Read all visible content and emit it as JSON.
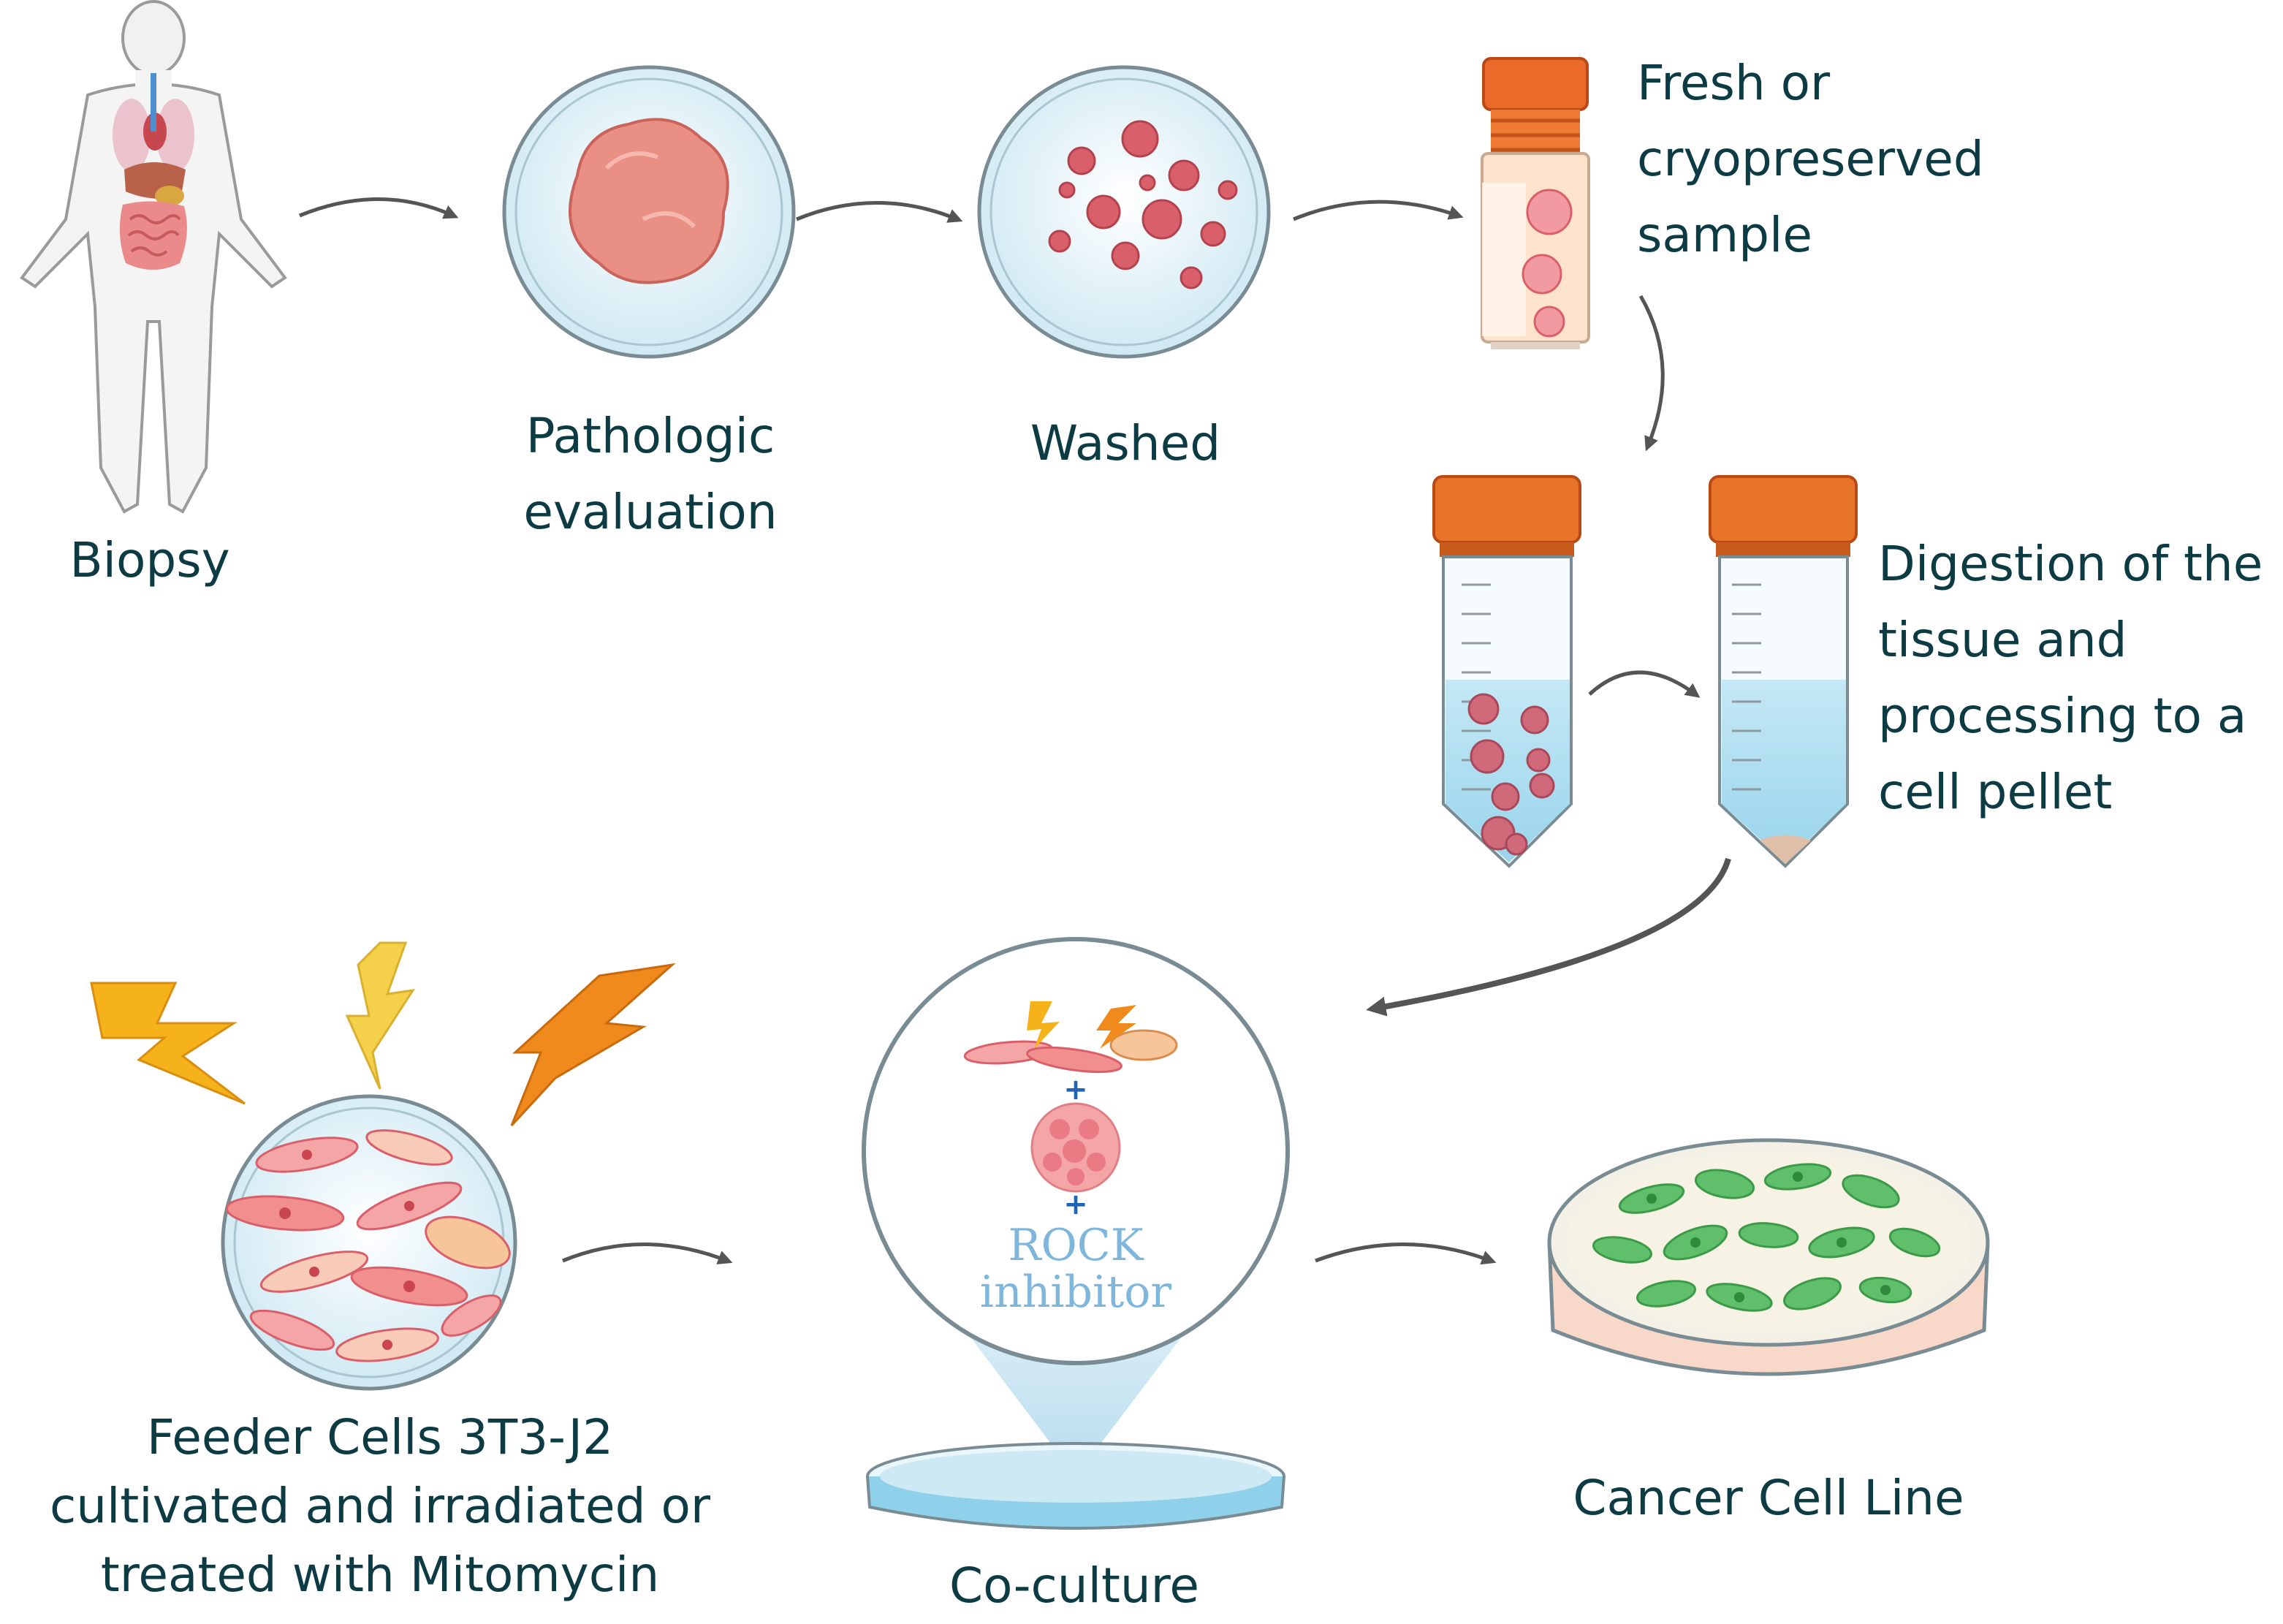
{
  "steps": {
    "biopsy": "Biopsy",
    "pathologic": [
      "Pathologic",
      "evaluation"
    ],
    "washed": "Washed",
    "sample": [
      "Fresh or",
      "cryopreserved",
      "sample"
    ],
    "digestion": [
      "Digestion of the",
      "tissue and",
      "processing to a",
      "cell pellet"
    ],
    "feeder": [
      "Feeder Cells 3T3-J2",
      "cultivated and irradiated or",
      "treated with Mitomycin"
    ],
    "coculture": "Co-culture",
    "cancer_line": "Cancer Cell Line"
  },
  "coculture_inset": {
    "plus_1": "+",
    "plus_2": "+",
    "rock": [
      "ROCK",
      "inhibitor"
    ]
  },
  "colors": {
    "text": "#0d3b44",
    "arrow": "#555555",
    "tube_cap": "#e8742a",
    "dish_liquid": "#d6eef6",
    "tissue": "#e9857f",
    "cancer_cells": "#5fbf6a",
    "bolt_yellow": "#f5d04a",
    "bolt_orange": "#f08a1c",
    "rock_text": "#7fb6dc"
  }
}
